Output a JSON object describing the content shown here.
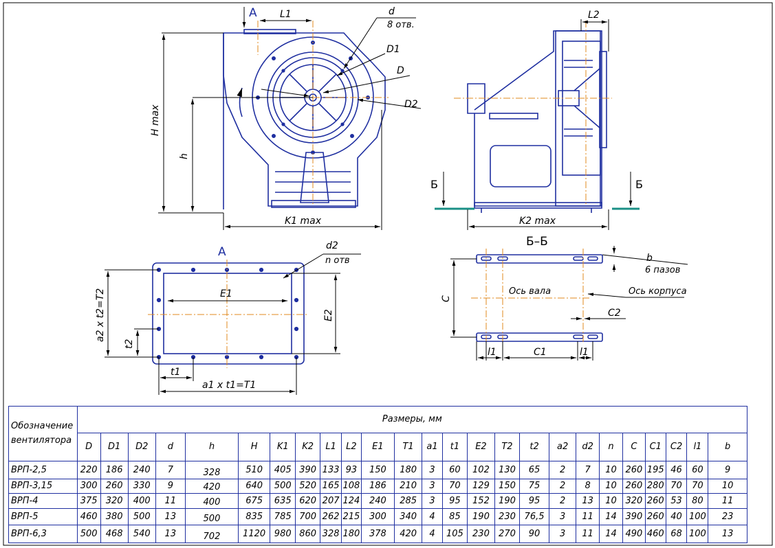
{
  "drawing": {
    "front": {
      "view_mark": "A",
      "labels": {
        "L1": "L1",
        "d": "d",
        "d_count": "8 отв.",
        "D1": "D1",
        "D": "D",
        "D2": "D2",
        "Hmax": "H max",
        "h": "h",
        "K1max": "K1 max"
      }
    },
    "side": {
      "labels": {
        "L2": "L2",
        "K2max": "K2 max",
        "section_left": "Б",
        "section_right": "Б"
      }
    },
    "flange": {
      "view_mark": "A",
      "labels": {
        "d2": "d2",
        "n_holes": "n отв",
        "E1": "E1",
        "E2": "E2",
        "a2t2": "a2 x t2=T2",
        "t2": "t2",
        "t1": "t1",
        "a1t1": "a1 x t1=T1"
      }
    },
    "section": {
      "title": "Б–Б",
      "labels": {
        "b": "b",
        "b_count": "6 пазов",
        "shaft_axis": "Ось вала",
        "body_axis": "Ось корпуса",
        "C": "C",
        "C2": "C2",
        "l1_left": "l1",
        "C1": "C1",
        "l1_right": "l1"
      }
    }
  },
  "table": {
    "designation_header": "Обозначение вентилятора",
    "group_header": "Размеры, мм",
    "columns": [
      "D",
      "D1",
      "D2",
      "d",
      "h",
      "H",
      "K1",
      "K2",
      "L1",
      "L2",
      "E1",
      "T1",
      "a1",
      "t1",
      "E2",
      "T2",
      "t2",
      "a2",
      "d2",
      "n",
      "C",
      "C1",
      "C2",
      "l1",
      "b"
    ],
    "rows": [
      {
        "name": "ВРП-2,5",
        "values": [
          "220",
          "186",
          "240",
          "7",
          "328",
          "510",
          "405",
          "390",
          "133",
          "93",
          "150",
          "180",
          "3",
          "60",
          "102",
          "130",
          "65",
          "2",
          "7",
          "10",
          "260",
          "195",
          "46",
          "60",
          "9"
        ]
      },
      {
        "name": "ВРП-3,15",
        "values": [
          "300",
          "260",
          "330",
          "9",
          "420",
          "640",
          "500",
          "520",
          "165",
          "108",
          "186",
          "210",
          "3",
          "70",
          "129",
          "150",
          "75",
          "2",
          "8",
          "10",
          "260",
          "280",
          "70",
          "70",
          "10"
        ]
      },
      {
        "name": "ВРП-4",
        "values": [
          "375",
          "320",
          "400",
          "11",
          "400",
          "675",
          "635",
          "620",
          "207",
          "124",
          "240",
          "285",
          "3",
          "95",
          "152",
          "190",
          "95",
          "2",
          "13",
          "10",
          "320",
          "260",
          "53",
          "80",
          "11"
        ]
      },
      {
        "name": "ВРП-5",
        "values": [
          "460",
          "380",
          "500",
          "13",
          "500",
          "835",
          "785",
          "700",
          "262",
          "215",
          "300",
          "340",
          "4",
          "85",
          "190",
          "230",
          "76,5",
          "3",
          "11",
          "14",
          "390",
          "260",
          "40",
          "100",
          "23"
        ]
      },
      {
        "name": "ВРП-6,3",
        "values": [
          "500",
          "468",
          "540",
          "13",
          "702",
          "1120",
          "980",
          "860",
          "328",
          "180",
          "378",
          "420",
          "4",
          "105",
          "230",
          "270",
          "90",
          "3",
          "11",
          "14",
          "490",
          "460",
          "68",
          "100",
          "13"
        ]
      }
    ]
  }
}
